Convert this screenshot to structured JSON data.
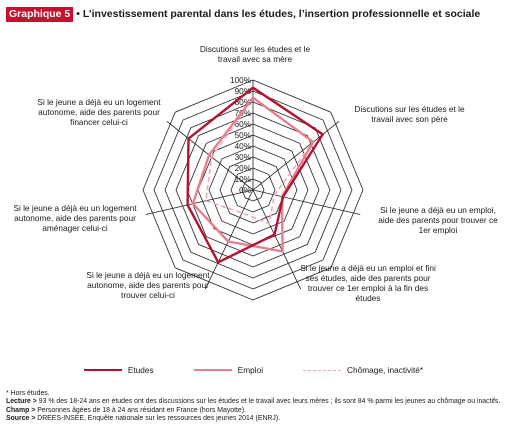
{
  "header": {
    "badge": "Graphique 5",
    "title": "• L’investissement parental dans les études, l’insertion professionnelle et sociale"
  },
  "chart_data": {
    "type": "radar",
    "axes": [
      "Discutions sur les études et le travail avec sa mère",
      "Discutions sur les études et le travail avec son père",
      "Si le jeune a déjà eu un emploi, aide des parents pour trouver ce 1er emploi",
      "Si le jeune a déjà eu un emploi et fini ses études, aide des parents pour trouver ce 1er emploi à la fin des études",
      "Si le jeune a déjà eu un logement autonome, aide des parents pour trouver celui-ci",
      "Si le jeune a déjà eu un logement autonome, aide des parents pour aménager celui-ci",
      "Si le jeune a déjà eu un logement autonome, aide des parents pour financer celui-ci"
    ],
    "tick_labels": [
      "0%",
      "10%",
      "20%",
      "30%",
      "40%",
      "50%",
      "60%",
      "70%",
      "80%",
      "90%",
      "100%"
    ],
    "range": [
      0,
      100
    ],
    "grid": "octagon",
    "legend_position": "bottom",
    "series": [
      {
        "name": "Etudes",
        "values": [
          93,
          81,
          28,
          45,
          73,
          61,
          75
        ],
        "color": "#b5122f",
        "style": "solid"
      },
      {
        "name": "Emploi",
        "values": [
          84,
          70,
          27,
          62,
          52,
          56,
          51
        ],
        "color": "#e77f90",
        "style": "solid"
      },
      {
        "name": "Chômage, inactivité*",
        "values": [
          84,
          70,
          20,
          34,
          23,
          44,
          48
        ],
        "color": "#f0aab5",
        "style": "dashed"
      }
    ]
  },
  "axis_labels": [
    "Discutions sur les études et le travail avec sa mère",
    "Discutions sur les études et le travail avec son père",
    "Si le jeune a déjà eu un emploi, aide des parents pour trouver ce 1er emploi",
    "Si le jeune a déjà eu un emploi et fini ses études, aide des parents pour trouver ce 1er emploi à la fin des études",
    "Si le jeune a déjà eu un logement autonome, aide des parents pour trouver celui-ci",
    "Si le jeune a déjà eu un logement autonome, aide des parents pour aménager celui-ci",
    "Si le jeune a déjà eu un logement autonome, aide des parents pour financer celui-ci"
  ],
  "legend": [
    "Etudes",
    "Emploi",
    "Chômage, inactivité*"
  ],
  "notes": {
    "star": "* Hors études.",
    "lecture_label": "Lecture >",
    "lecture": " 93 % des 18-24 ans en études ont des discussions sur les études et le travail avec leurs mères ; ils sont 84 % parmi les jeunes au chômage ou inactifs.",
    "champ_label": "Champ >",
    "champ": " Personnes âgées de 18 à 24 ans résidant en France (hors Mayotte).",
    "source_label": "Source >",
    "source": " DREES-INSEE, Enquête nationale sur les ressources des jeunes 2014 (ENRJ)."
  }
}
